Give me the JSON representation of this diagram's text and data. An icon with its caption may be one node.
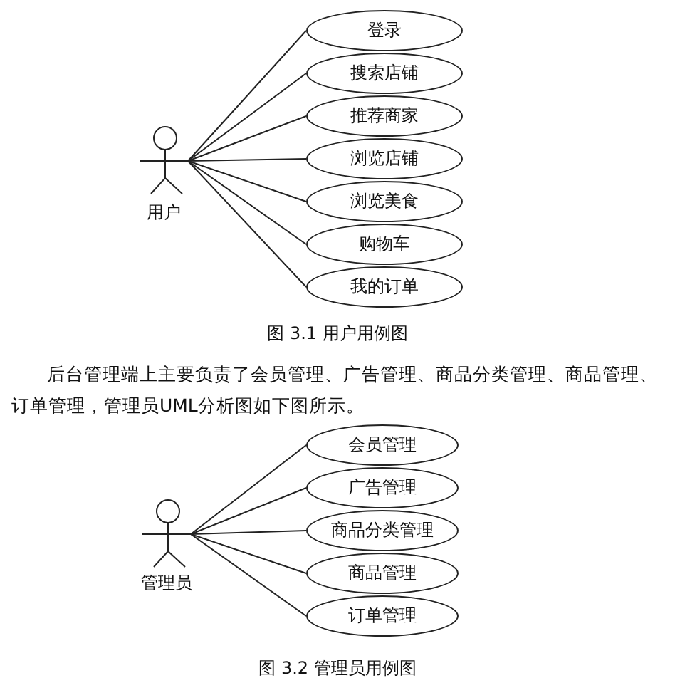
{
  "diagram": {
    "nodes": [
      {
        "text": [
          "用户"
        ]
      },
      {
        "text": [
          "登录"
        ]
      },
      {
        "text": [
          "搜索店铺"
        ]
      },
      {
        "text": [
          "推荐商家"
        ]
      },
      {
        "text": [
          "浏览店铺"
        ]
      },
      {
        "text": [
          "浏览美食"
        ]
      },
      {
        "text": [
          "购物车"
        ]
      },
      {
        "text": [
          "我的订单"
        ]
      },
      {
        "text": [
          "管理员"
        ]
      },
      {
        "text": [
          "会员管理"
        ]
      },
      {
        "text": [
          "广告管理"
        ]
      },
      {
        "text": [
          "商品分类管理"
        ]
      },
      {
        "text": [
          "商品管理"
        ]
      },
      {
        "text": [
          "订单管理"
        ]
      }
    ],
    "edges": [
      {
        "from": 0,
        "to": 1,
        "arrow": "none"
      },
      {
        "from": 0,
        "to": 2,
        "arrow": "none"
      },
      {
        "from": 0,
        "to": 3,
        "arrow": "none"
      },
      {
        "from": 0,
        "to": 4,
        "arrow": "none"
      },
      {
        "from": 0,
        "to": 5,
        "arrow": "none"
      },
      {
        "from": 0,
        "to": 6,
        "arrow": "none"
      },
      {
        "from": 0,
        "to": 7,
        "arrow": "none"
      },
      {
        "from": 8,
        "to": 9,
        "arrow": "none"
      },
      {
        "from": 8,
        "to": 10,
        "arrow": "none"
      },
      {
        "from": 8,
        "to": 11,
        "arrow": "none"
      },
      {
        "from": 8,
        "to": 12,
        "arrow": "none"
      },
      {
        "from": 8,
        "to": 13,
        "arrow": "none"
      }
    ],
    "labels": [
      "图 3.1 用户用例图",
      "后台管理端上主要负责了会员管理、广告管理、商品分类管理、商品管理、订单管理，管理员UML分析图如下图所示。",
      "图 3.2 管理员用例图"
    ]
  }
}
